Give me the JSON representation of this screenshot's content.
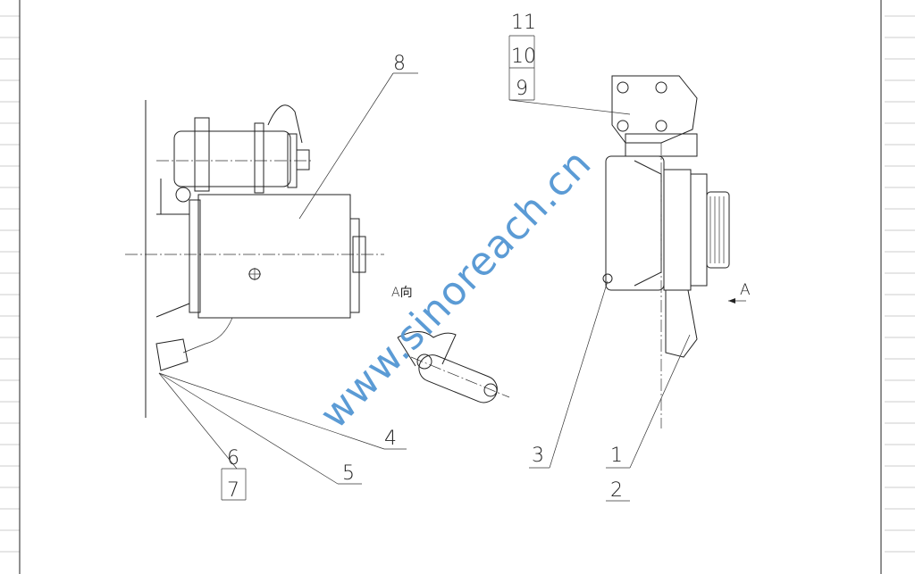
{
  "labels": {
    "part_8": "8",
    "part_11": "11",
    "part_10": "10",
    "part_9": "9",
    "part_3": "3",
    "part_1": "1",
    "part_2": "2",
    "part_4": "4",
    "part_5": "5",
    "part_6": "6",
    "part_7": "7",
    "view_arrow": "A",
    "view_label": "A向"
  },
  "watermark": "www.sinoreach.cn"
}
